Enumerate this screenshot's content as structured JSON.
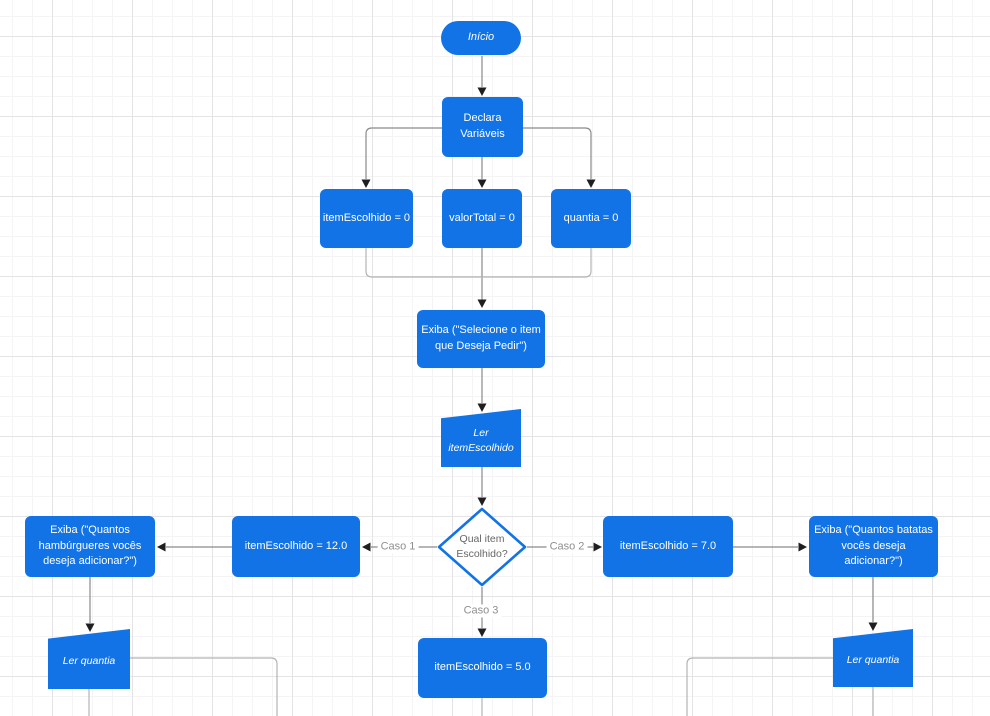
{
  "palette": {
    "node_fill": "#1273e6",
    "node_text": "#ffffff",
    "decision_border": "#1273e6",
    "decision_text": "#666666",
    "edge_line": "#8a8a8a",
    "edge_line_light": "#b3b3b3",
    "arrowhead": "#1f1f1f",
    "edge_label_text": "#8f8f8f",
    "grid_minor": "#f4f4f4",
    "grid_major": "#e4e4e6",
    "canvas_bg": "#ffffff"
  },
  "nodes": {
    "start": {
      "label": "Início",
      "shape": "rounded-pill"
    },
    "declare_vars": {
      "label": "Declara\nVariáveis",
      "shape": "process"
    },
    "var_item_escolhido": {
      "label": "itemEscolhido = 0",
      "shape": "process"
    },
    "var_valor_total": {
      "label": "valorTotal = 0",
      "shape": "process"
    },
    "var_quantia": {
      "label": "quantia = 0",
      "shape": "process"
    },
    "display_select_item": {
      "label": "Exiba (\"Selecione o item\nque Deseja Pedir\")",
      "shape": "process"
    },
    "read_item_escolhido": {
      "label": "Ler itemEscolhido",
      "shape": "manual-input"
    },
    "decision_item": {
      "label": "Qual item\nEscolhido?",
      "shape": "decision"
    },
    "case1_assign": {
      "label": "itemEscolhido = 12.0",
      "shape": "process"
    },
    "case1_display": {
      "label": "Exiba (\"Quantos\nhambúrgueres vocês\ndeseja adicionar?\")",
      "shape": "process"
    },
    "case1_read_quantia": {
      "label": "Ler quantia",
      "shape": "manual-input"
    },
    "case2_assign": {
      "label": "itemEscolhido = 7.0",
      "shape": "process"
    },
    "case2_display": {
      "label": "Exiba (\"Quantos batatas\nvocês deseja adicionar?\")",
      "shape": "process"
    },
    "case2_read_quantia": {
      "label": "Ler quantia",
      "shape": "manual-input"
    },
    "case3_assign": {
      "label": "itemEscolhido = 5.0",
      "shape": "process"
    }
  },
  "edge_labels": {
    "caso1": "Caso 1",
    "caso2": "Caso 2",
    "caso3": "Caso 3"
  }
}
